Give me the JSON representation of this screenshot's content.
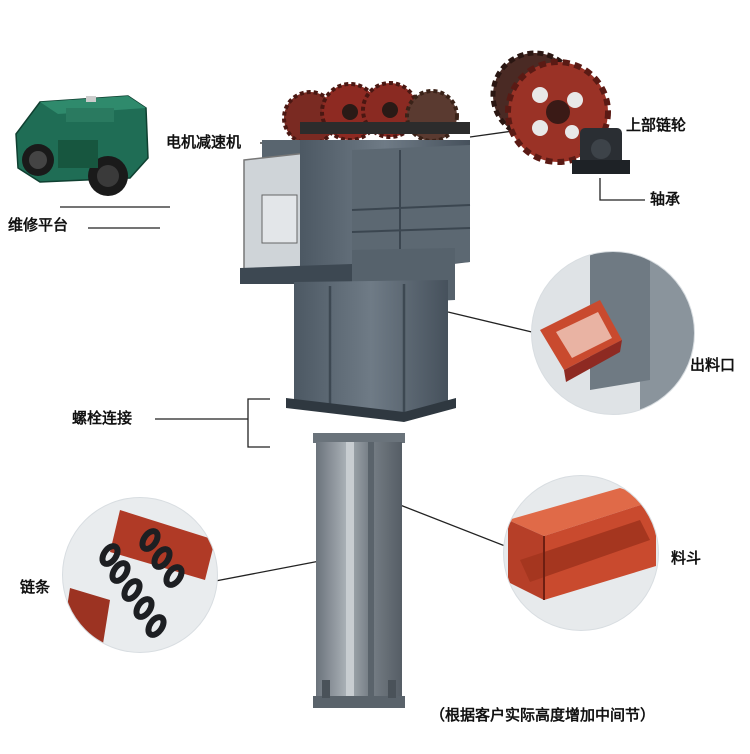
{
  "labels": {
    "motor_reducer": "电机减速机",
    "maintenance_platform": "维修平台",
    "upper_sprocket": "上部链轮",
    "bearing": "轴承",
    "outlet": "出料口",
    "bolt_connection": "螺栓连接",
    "chain": "链条",
    "bucket": "料斗"
  },
  "note": "（根据客户实际高度增加中间节）",
  "colors": {
    "machine_gray": "#5f6b76",
    "machine_dark": "#3d4852",
    "sprocket_red": "#8e2a22",
    "gearbox_green": "#1f6d55",
    "bucket_red": "#c94a2e",
    "chain_black": "#1d1f22"
  }
}
